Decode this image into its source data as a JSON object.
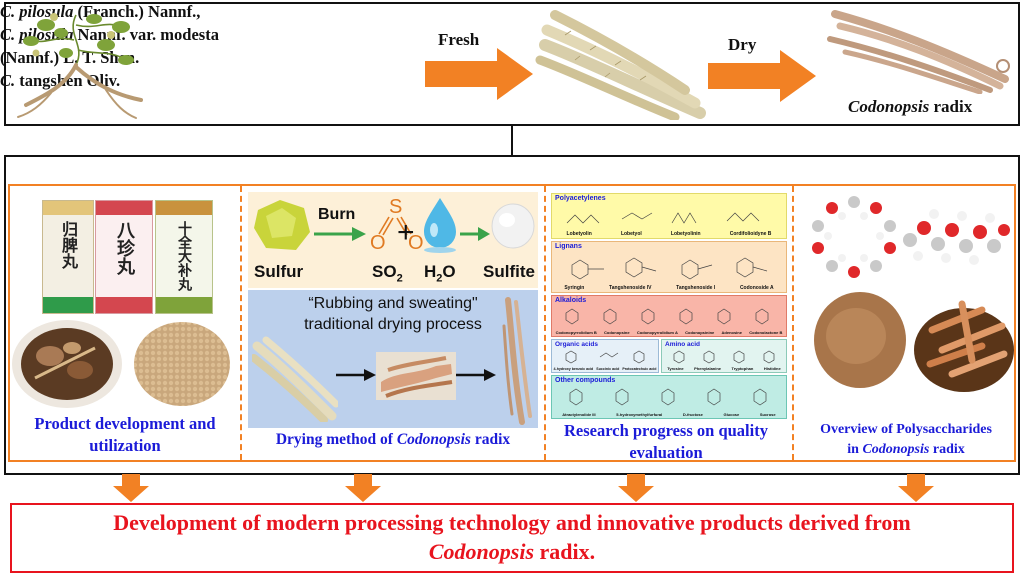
{
  "top": {
    "species": {
      "line1_genus": "C. pilosula",
      "line1_rest": " (Franch.) Nannf.,",
      "line2_genus": "C. pilosula",
      "line2_rest": " Nannf. var. modesta",
      "line3": "(Nannf.) L. T. Shen.",
      "line4_genus": "C.",
      "line4_rest": " tangshen Oliv."
    },
    "arrow_fresh_label": "Fresh",
    "arrow_dry_label": "Dry",
    "product_italic": "Codonopsis",
    "product_rest": " radix"
  },
  "panels": {
    "product": {
      "caption": "Product development and utilization",
      "box_labels": [
        "归脾丸",
        "八珍丸",
        "十全大补丸"
      ]
    },
    "drying": {
      "burn_label": "Burn",
      "sulfur_label": "Sulfur",
      "so2_label": "SO",
      "so2_sub": "2",
      "h2o_label": "H",
      "h2o_sub": "2",
      "h2o_tail": "O",
      "sulfite_label": "Sulfite",
      "s_atom": "S",
      "o_atom": "O",
      "plus": "+",
      "process_line1": "“Rubbing and sweating\"",
      "process_line2": "traditional drying process",
      "caption_pre": "Drying method of ",
      "caption_italic": "Codonopsis",
      "caption_post": " radix"
    },
    "research": {
      "sections": [
        {
          "title": "Polyacetylenes",
          "items": [
            "Lobetyolin",
            "Lobetyol",
            "Lobetyolinin",
            "Cordifolioidyne B"
          ]
        },
        {
          "title": "Lignans",
          "items": [
            "Syringin",
            "Tangshenoside IV",
            "Tangshenoside I",
            "Codonoside A"
          ]
        },
        {
          "title": "Alkaloids",
          "items": [
            "Codonopyrrolidium B",
            "Codonopsine",
            "Codonopyrrolidium A",
            "Codonopsinine",
            "Adenosine",
            "Codonolactone B"
          ]
        },
        {
          "title": "Organic acids",
          "items": [
            "4-hydroxy benzoic acid",
            "Succinic acid",
            "Protocatechuic acid"
          ]
        },
        {
          "title": "Amino acid",
          "items": [
            "Tyrosine",
            "Phenylalanine",
            "Tryptophan",
            "Histidine"
          ]
        },
        {
          "title": "Other compounds",
          "items": [
            "Atractylenolide III",
            "5-hydroxymethylfurfural",
            "D-fructose",
            "Glucose",
            "Sucrose"
          ]
        }
      ],
      "caption": "Research progress on quality evaluation"
    },
    "polysaccharides": {
      "caption_line1": "Overview of Polysaccharides",
      "caption_line2_pre": "in ",
      "caption_line2_italic": "Codonopsis",
      "caption_line2_post": " radix"
    }
  },
  "final": {
    "line1": "Development of modern processing technology and innovative products derived from",
    "line2_italic": "Codonopsis",
    "line2_post": " radix."
  },
  "colors": {
    "orange": "#f28124",
    "panel_border": "#f28124",
    "final_border": "#e8141e",
    "caption_blue": "#1b1bd8",
    "final_red": "#e8141e"
  }
}
